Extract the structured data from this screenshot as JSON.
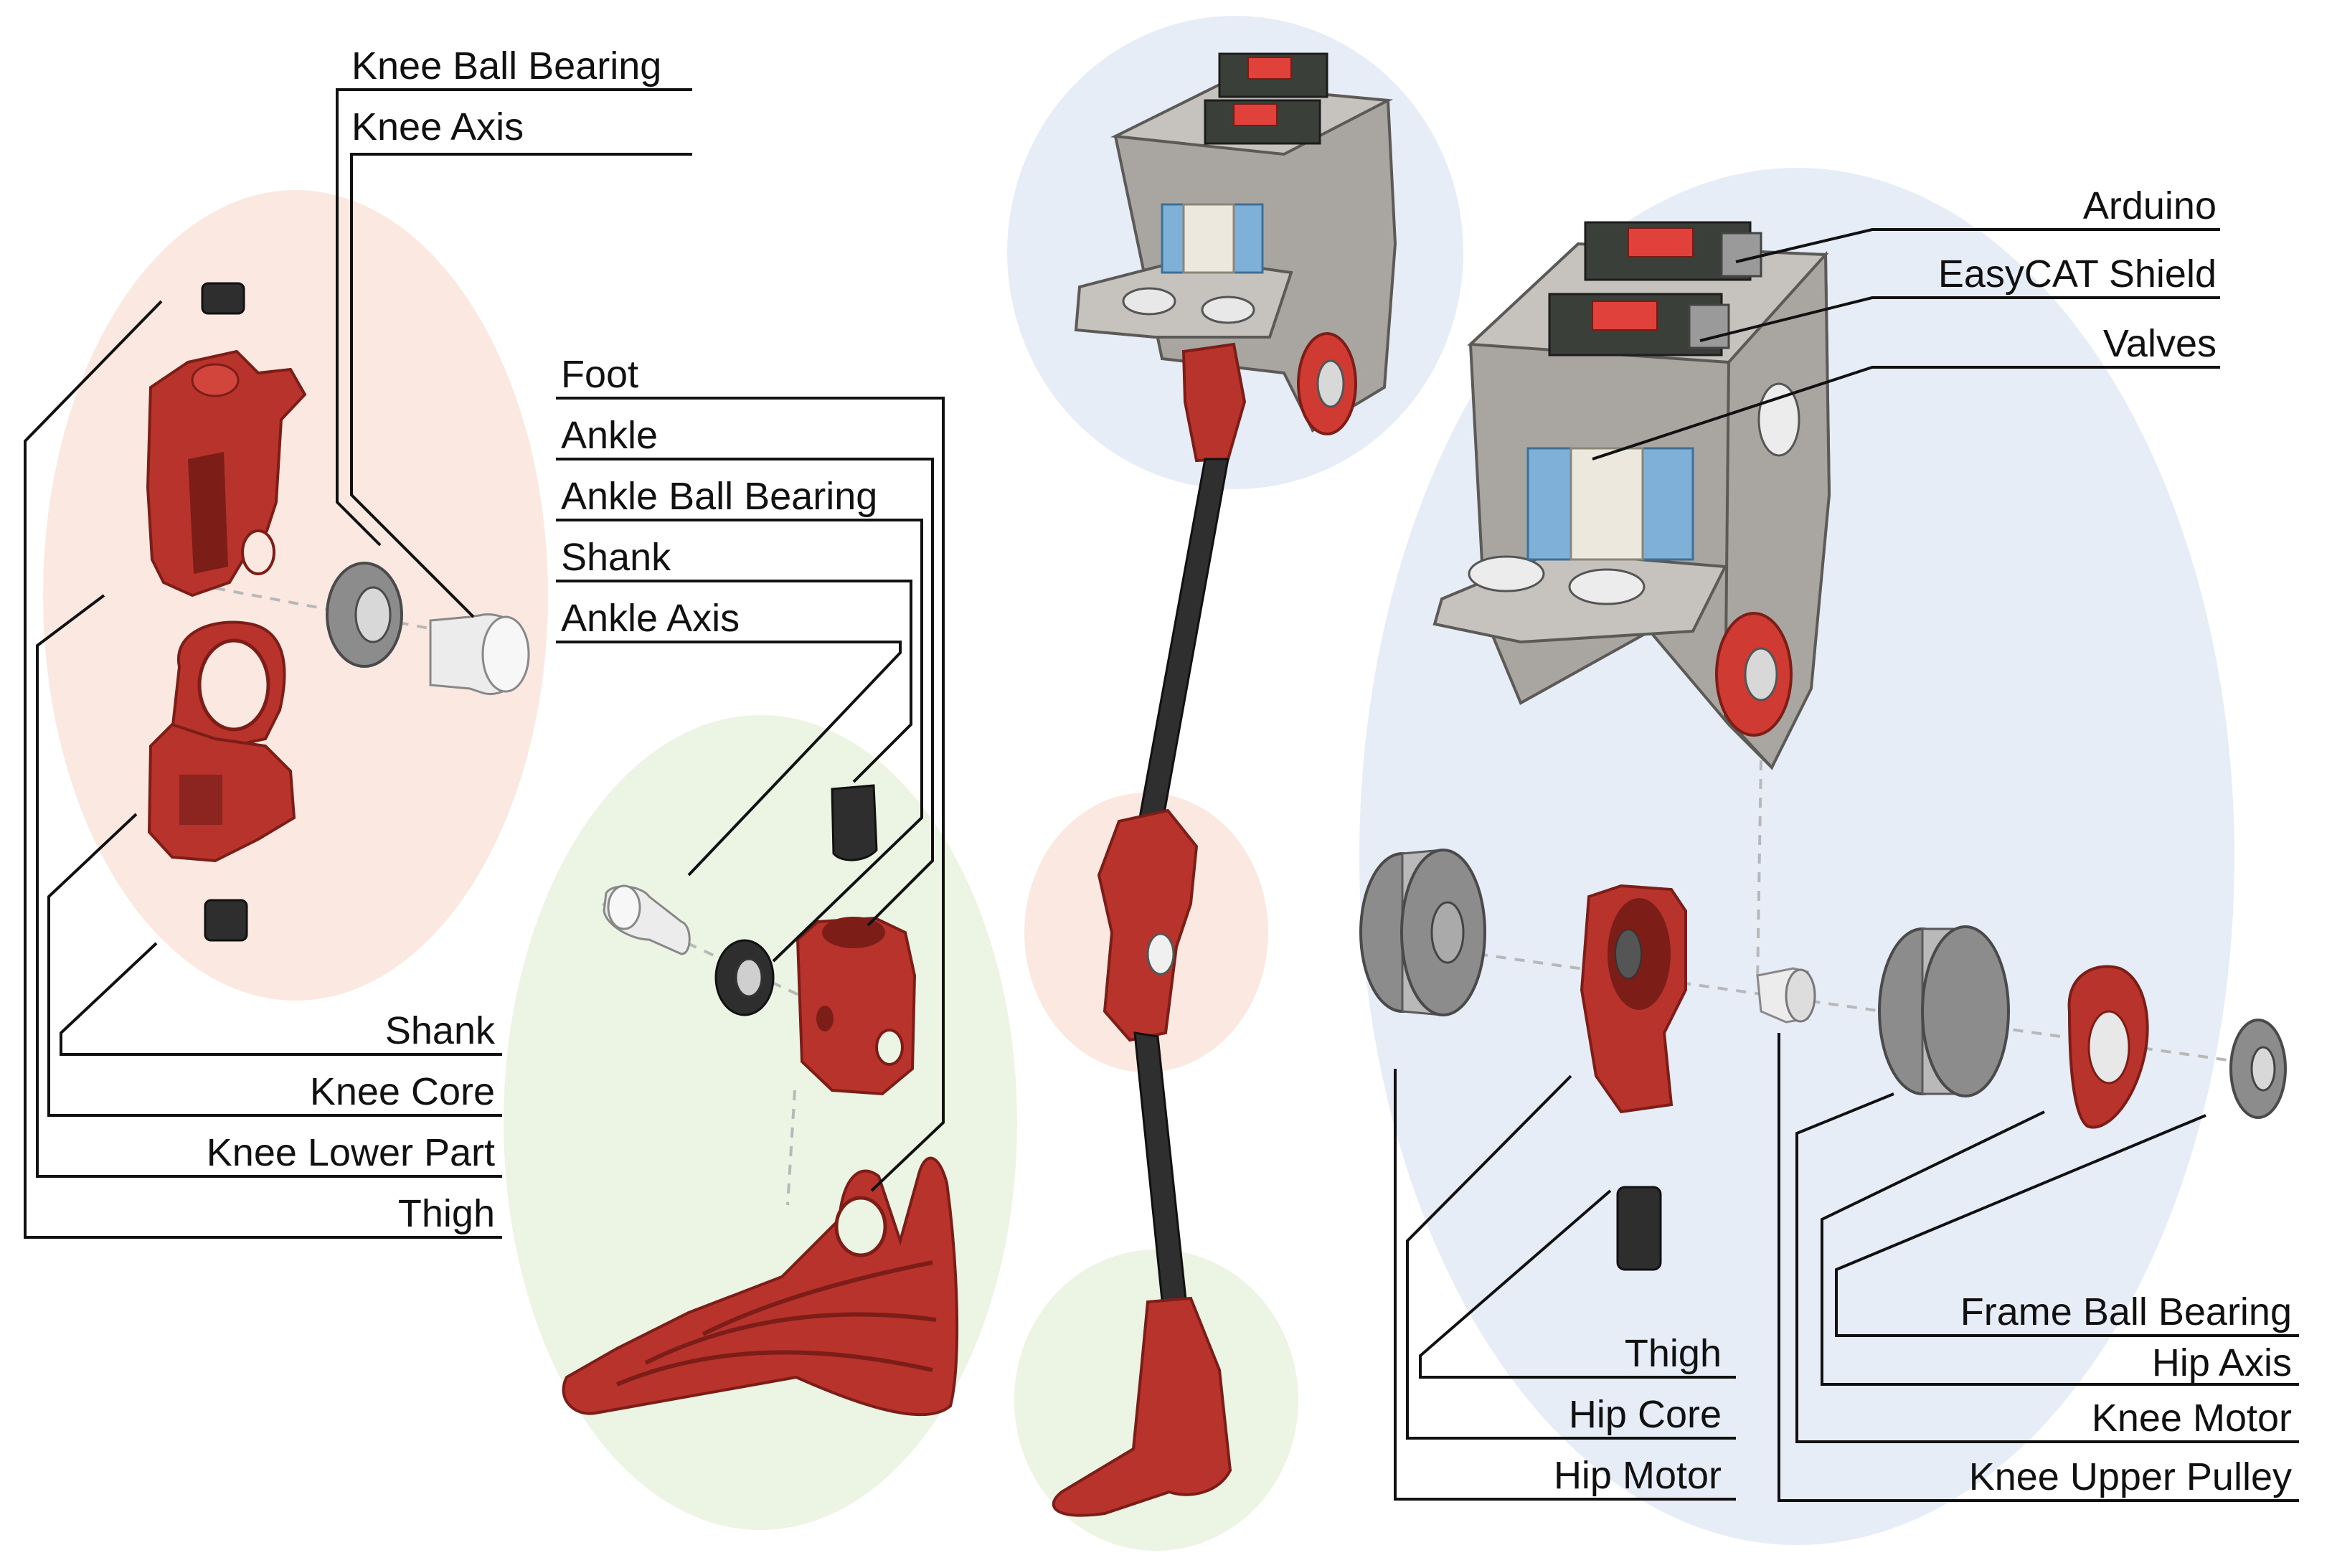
{
  "colors": {
    "knee_region": "#fbe9e1",
    "foot_region": "#ecf4e4",
    "hip_region": "#e7edf7",
    "part_red": "#b8332c",
    "metal_grey": "#8c8c8c",
    "label_text": "#111111"
  },
  "groups": {
    "knee": {
      "top_labels": [
        "Knee Ball Bearing",
        "Knee Axis"
      ],
      "bottom_labels": [
        "Shank",
        "Knee Core",
        "Knee Lower Part",
        "Thigh"
      ]
    },
    "foot": {
      "labels": [
        "Foot",
        "Ankle",
        "Ankle Ball Bearing",
        "Shank",
        "Ankle Axis"
      ]
    },
    "electronics": {
      "labels": [
        "Arduino",
        "EasyCAT Shield",
        "Valves"
      ]
    },
    "hip_left": {
      "labels": [
        "Thigh",
        "Hip Core",
        "Hip Motor"
      ]
    },
    "hip_right": {
      "labels": [
        "Frame Ball Bearing",
        "Hip Axis",
        "Knee Motor",
        "Knee Upper Pulley"
      ]
    }
  }
}
